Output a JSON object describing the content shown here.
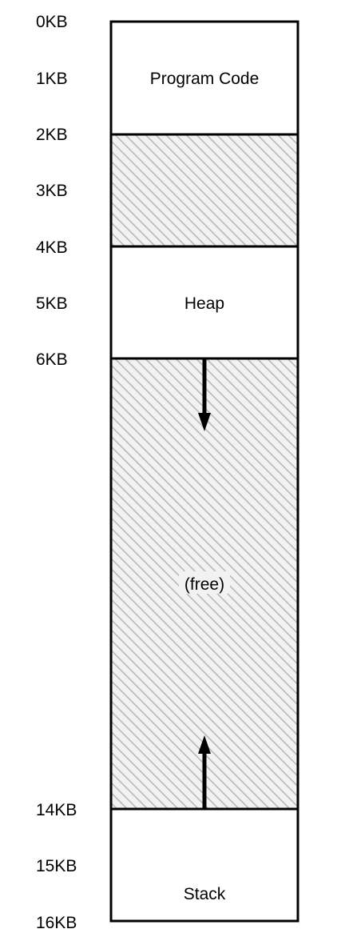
{
  "address_labels": [
    "0KB",
    "1KB",
    "2KB",
    "3KB",
    "4KB",
    "5KB",
    "6KB",
    "14KB",
    "15KB",
    "16KB"
  ],
  "segments": [
    {
      "label": "Program Code",
      "type": "used"
    },
    {
      "label": "",
      "type": "free"
    },
    {
      "label": "Heap",
      "type": "used"
    },
    {
      "label": "(free)",
      "type": "free"
    },
    {
      "label": "Stack",
      "type": "used"
    }
  ],
  "arrows": [
    {
      "name": "heap-growth-arrow",
      "direction": "down"
    },
    {
      "name": "stack-growth-arrow",
      "direction": "up"
    }
  ],
  "colors": {
    "stroke": "#000000",
    "hatch": "#b8b8b8",
    "hatch_bg": "#f2f2f2"
  }
}
